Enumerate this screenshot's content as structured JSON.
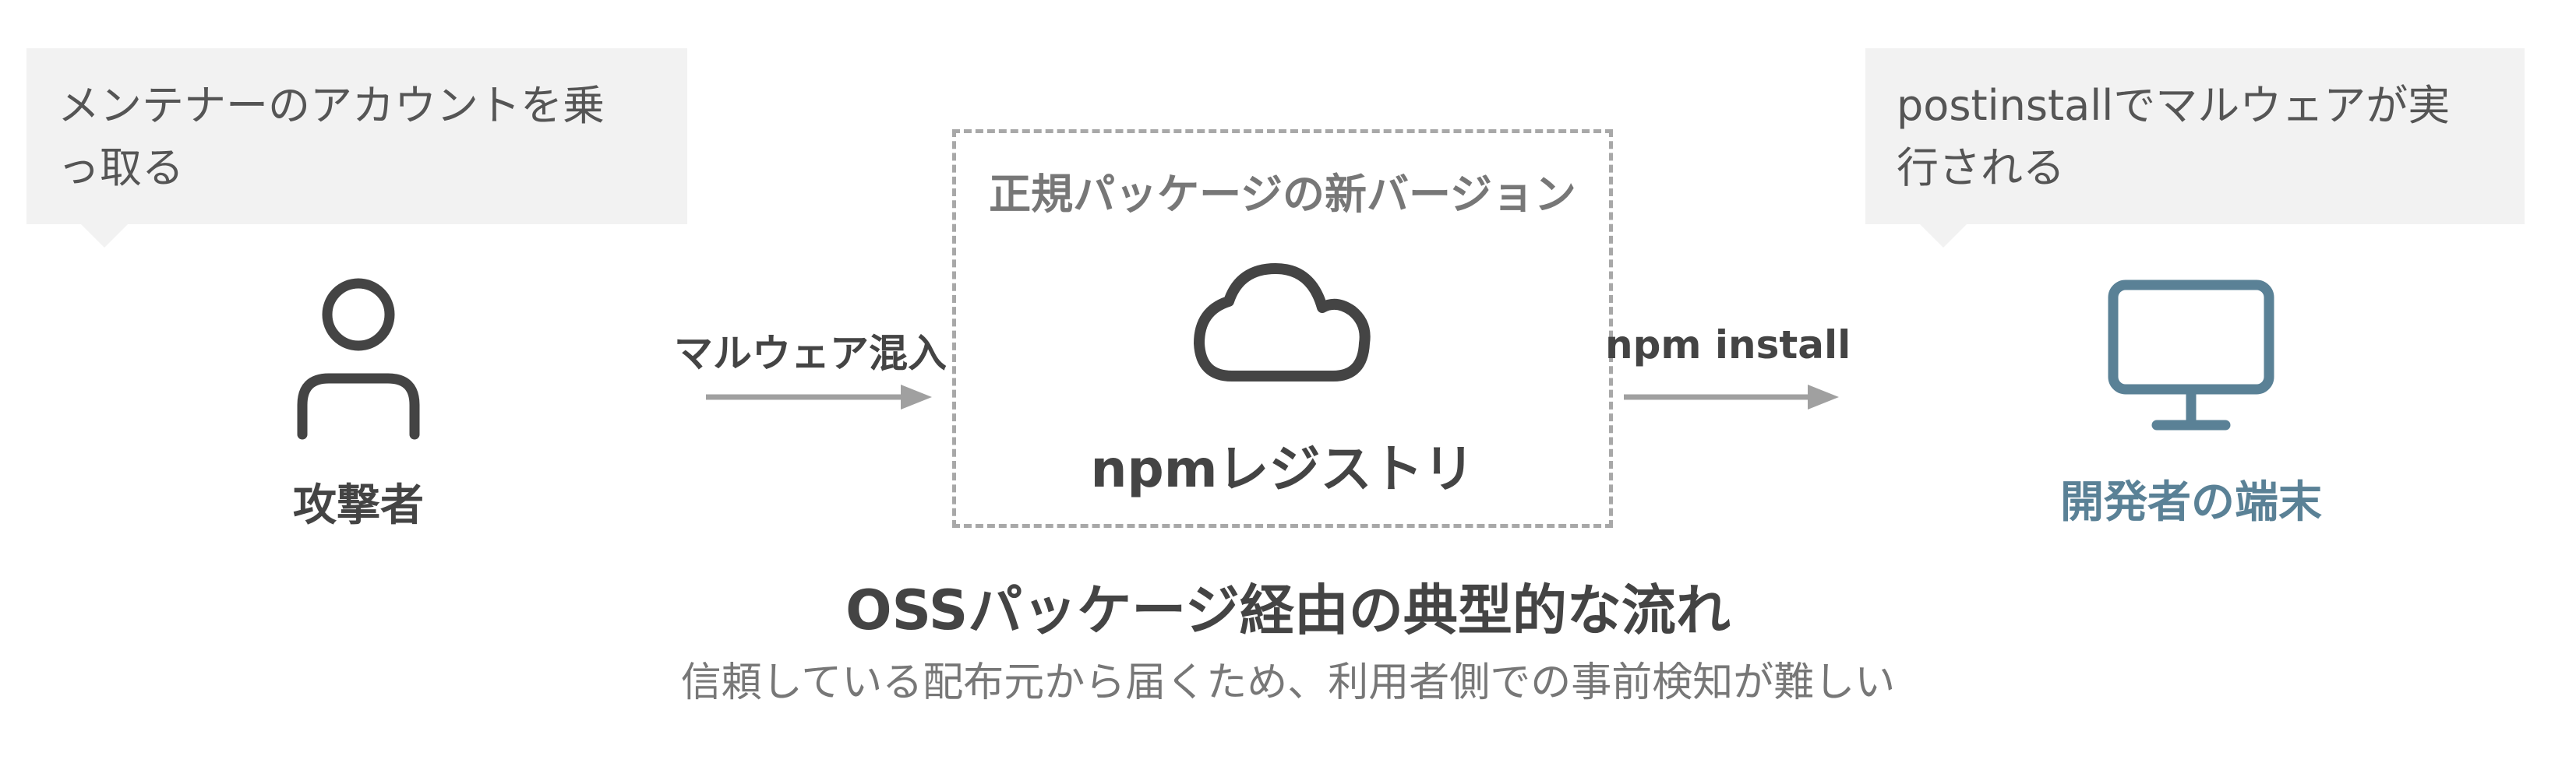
{
  "attacker": {
    "bubble": [
      "メンテナーのアカウントを乗",
      "っ取る"
    ],
    "label": "攻撃者",
    "icon": "person-icon",
    "color": "#444444"
  },
  "flow_in": {
    "label": "マルウェア混入"
  },
  "registry": {
    "caption": "正規パッケージの新バージョン",
    "name": "npmレジストリ",
    "icon": "cloud-icon"
  },
  "flow_out": {
    "label": "npm install"
  },
  "developer": {
    "bubble": [
      "postinstallでマルウェアが実",
      "行される"
    ],
    "label": "開発者の端末",
    "icon": "monitor-icon",
    "color": "#5a8196"
  },
  "footer": {
    "title": "OSSパッケージ経由の典型的な流れ",
    "subtitle": "信頼している配布元から届くため、利用者側での事前検知が難しい"
  },
  "colors": {
    "text": "#444444",
    "muted": "#777777",
    "arrow": "#a0a0a0",
    "bubble_bg": "#f2f2f2",
    "developer_accent": "#5a8196"
  }
}
